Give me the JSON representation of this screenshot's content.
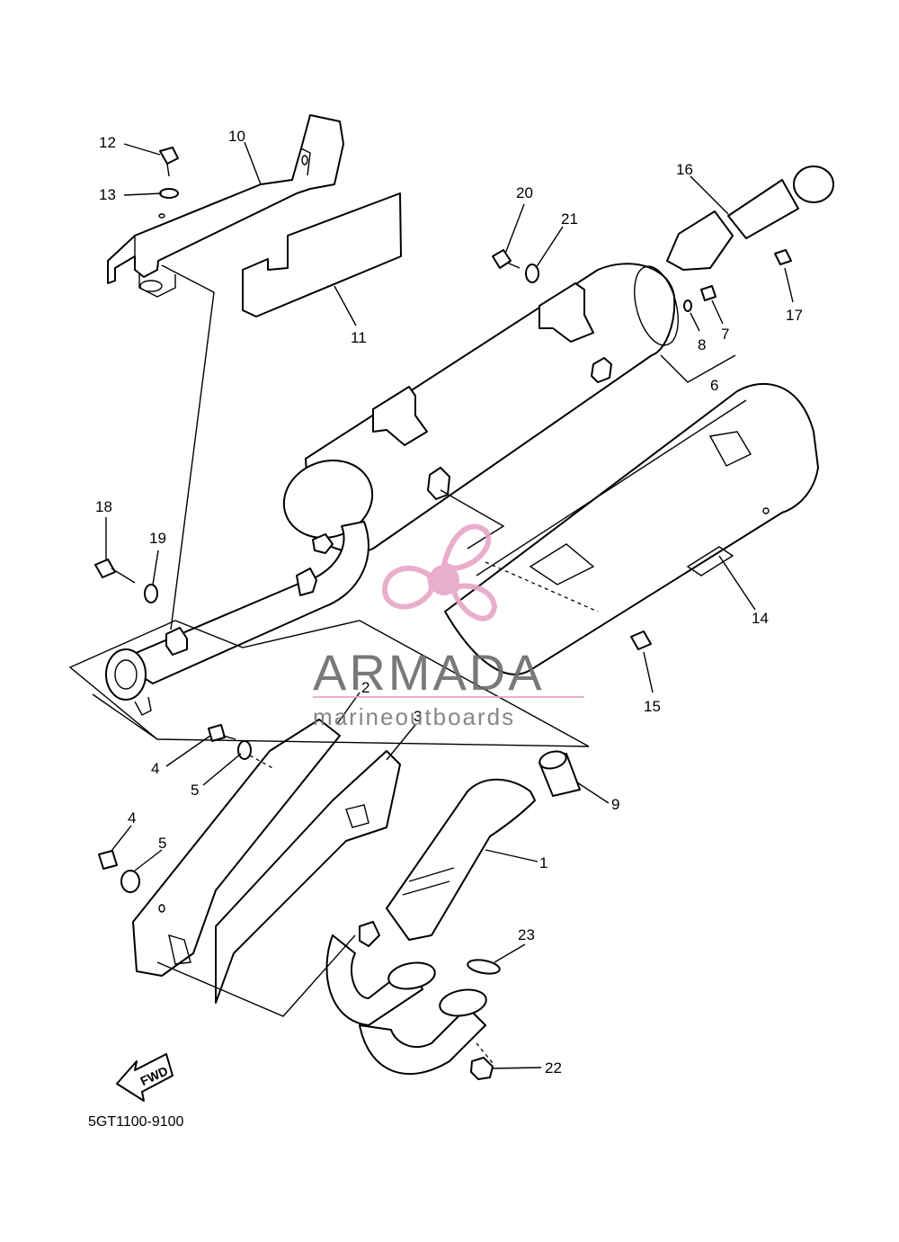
{
  "diagram": {
    "part_code": "5GT1100-9100",
    "direction_label": "FWD",
    "callouts": {
      "p1": "1",
      "p2": "2",
      "p3": "3",
      "p4a": "4",
      "p4b": "4",
      "p5a": "5",
      "p5b": "5",
      "p6": "6",
      "p7": "7",
      "p8": "8",
      "p9": "9",
      "p10": "10",
      "p11": "11",
      "p12": "12",
      "p13": "13",
      "p14": "14",
      "p15": "15",
      "p16": "16",
      "p17": "17",
      "p18": "18",
      "p19": "19",
      "p20": "20",
      "p21": "21",
      "p22": "22",
      "p23": "23"
    }
  },
  "watermark": {
    "brand": "ARMADA",
    "tagline": "marineoutboards",
    "colors": {
      "logo_pink": "#e8a6c8",
      "text_gray": "#6b6b6b"
    }
  }
}
